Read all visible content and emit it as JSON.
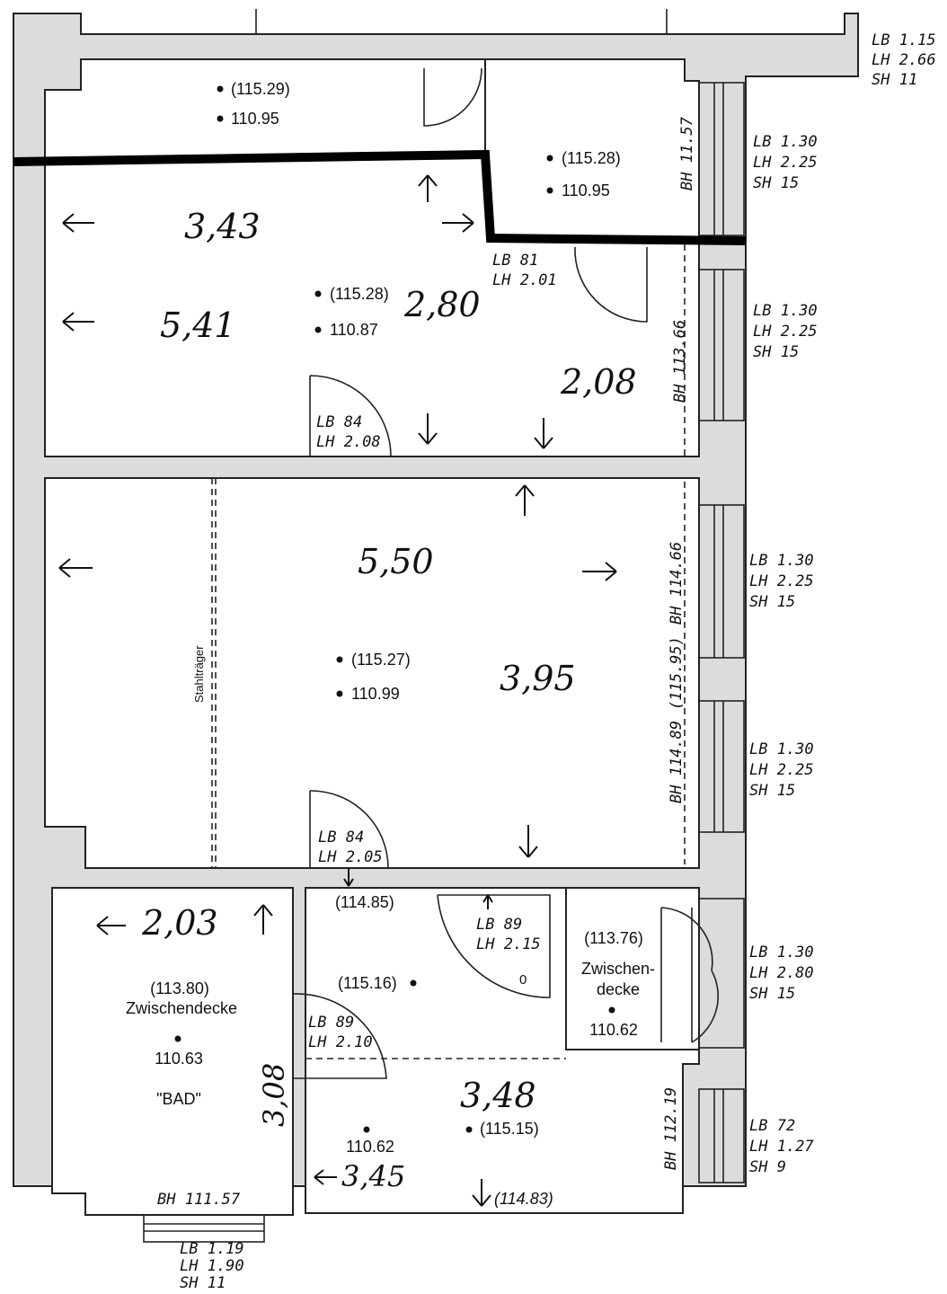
{
  "colors": {
    "wall": "#dcdcdc",
    "line": "#222222",
    "heavy": "#000000",
    "background": "#ffffff"
  },
  "top_right": {
    "lb": "LB 1.15",
    "lh": "LH 2.66",
    "sh": "SH 11"
  },
  "top_room": {
    "level_a": "(115.29)",
    "level_b": "110.95"
  },
  "small_room": {
    "level_a": "(115.28)",
    "level_b": "110.95",
    "bh": "BH 11.57"
  },
  "room1": {
    "dim_width": "3,43",
    "dim_length": "5,41",
    "dim_height": "2,80",
    "dim_small": "2,08",
    "level_a": "(115.28)",
    "level_b": "110.87",
    "door_lb": "LB 84",
    "door_lh": "LH 2.08",
    "side_door_lb": "LB 81",
    "side_door_lh": "LH 2.01",
    "bh": "BH 113.66"
  },
  "windows": [
    {
      "lb": "LB 1.30",
      "lh": "LH 2.25",
      "sh": "SH 15"
    },
    {
      "lb": "LB 1.30",
      "lh": "LH 2.25",
      "sh": "SH 15"
    },
    {
      "lb": "LB 1.30",
      "lh": "LH 2.25",
      "sh": "SH 15"
    },
    {
      "lb": "LB 1.30",
      "lh": "LH 2.25",
      "sh": "SH 15"
    },
    {
      "lb": "LB 1.30",
      "lh": "LH 2.80",
      "sh": "SH 15"
    },
    {
      "lb": "LB 72",
      "lh": "LH 1.27",
      "sh": "SH 9"
    }
  ],
  "room2": {
    "dim_length": "5,50",
    "dim_width": "3,95",
    "level_a": "(115.27)",
    "level_b": "110.99",
    "beam": "Stahlträger",
    "bh_a": "BH 114.66",
    "bh_mid": "(115.95)",
    "bh_b": "BH 114.89",
    "door_lb": "LB 84",
    "door_lh": "LH 2.05"
  },
  "bath": {
    "dim_width": "2,03",
    "dim_length": "3,08",
    "level_a": "(113.80)",
    "ceiling": "Zwischendecke",
    "level_b": "110.63",
    "name": "\"BAD\"",
    "bh": "BH 111.57",
    "door_lb": "LB 89",
    "door_lh": "LH 2.10",
    "window_lb": "LB 1.19",
    "window_lh": "LH 1.90",
    "window_sh": "SH 11"
  },
  "hall": {
    "level_top": "(114.85)",
    "level_a": "(115.16)",
    "door_lb": "LB 89",
    "door_lh": "LH 2.15",
    "door_mark": "0"
  },
  "closet": {
    "level_a": "(113.76)",
    "ceiling_1": "Zwischen-",
    "ceiling_2": "decke",
    "level_b": "110.62"
  },
  "kitchen": {
    "dim_width": "3,48",
    "dim_length": "3,45",
    "level_b": "110.62",
    "level_a": "(115.15)",
    "level_bottom": "(114.83)",
    "bh": "BH 112.19"
  }
}
